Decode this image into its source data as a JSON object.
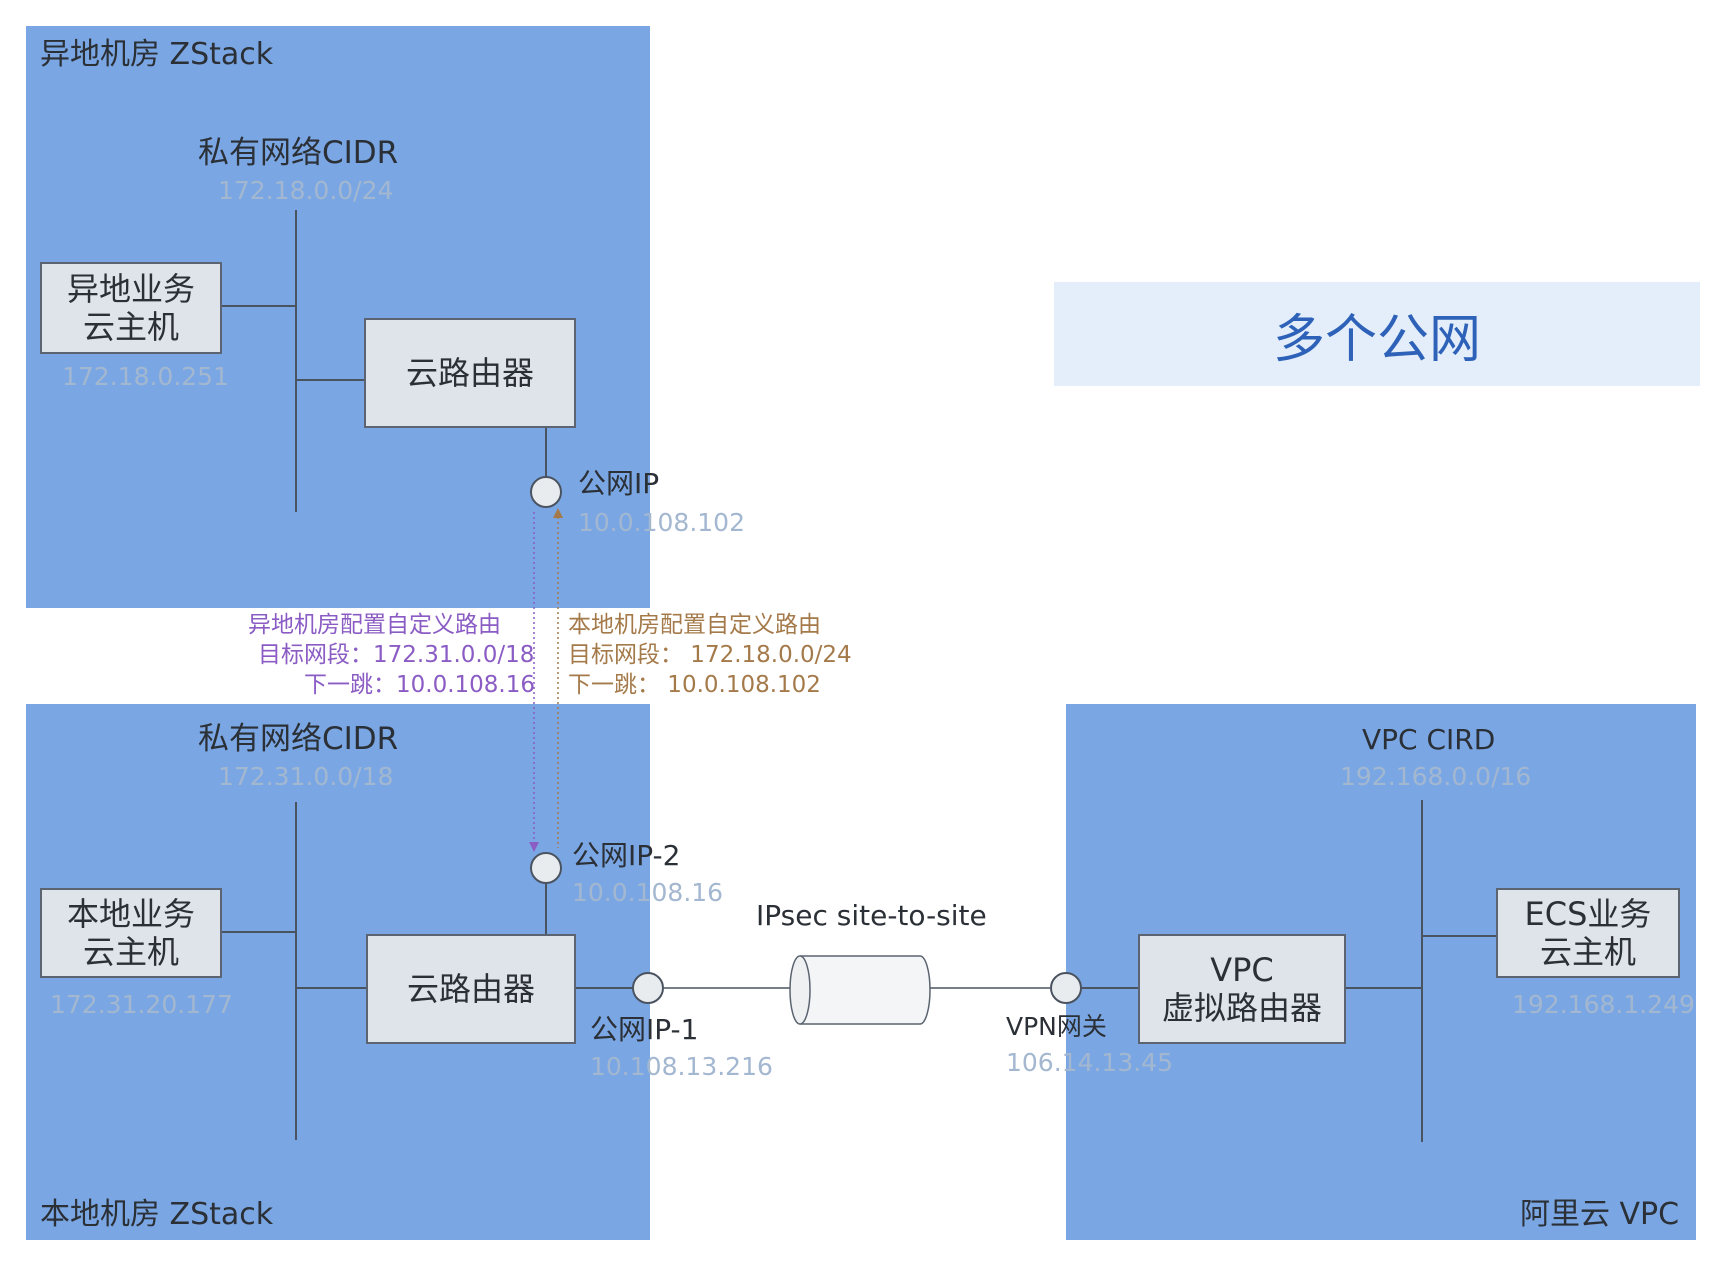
{
  "remote_site": {
    "title": "异地机房 ZStack",
    "cidr_label": "私有网络CIDR",
    "cidr_value": "172.18.0.0/24",
    "vm_line1": "异地业务",
    "vm_line2": "云主机",
    "vm_ip": "172.18.0.251",
    "router_label": "云路由器",
    "public_ip_label": "公网IP",
    "public_ip_value": "10.0.108.102"
  },
  "local_site": {
    "title": "本地机房 ZStack",
    "cidr_label": "私有网络CIDR",
    "cidr_value": "172.31.0.0/18",
    "vm_line1": "本地业务",
    "vm_line2": "云主机",
    "vm_ip": "172.31.20.177",
    "router_label": "云路由器",
    "public_ip2_label": "公网IP-2",
    "public_ip2_value": "10.0.108.16",
    "public_ip1_label": "公网IP-1",
    "public_ip1_value": "10.108.13.216"
  },
  "aliyun": {
    "title": "阿里云 VPC",
    "cidr_label": "VPC CIRD",
    "cidr_value": "192.168.0.0/16",
    "router_line1": "VPC",
    "router_line2": "虚拟路由器",
    "vm_line1": "ECS业务",
    "vm_line2": "云主机",
    "vm_ip": "192.168.1.249",
    "gateway_label": "VPN网关",
    "gateway_ip": "106.14.13.45"
  },
  "tunnel": {
    "label": "IPsec site-to-site"
  },
  "route_remote": {
    "title": "异地机房配置自定义路由",
    "target": "目标网段：172.31.0.0/18",
    "next_hop": "下一跳：10.0.108.16",
    "color": "#8a5cc4"
  },
  "route_local": {
    "title": "本地机房配置自定义路由",
    "target": "目标网段：  172.18.0.0/24",
    "next_hop": "下一跳：  10.0.108.102",
    "color": "#a57a4a"
  },
  "banner": {
    "text": "多个公网"
  }
}
